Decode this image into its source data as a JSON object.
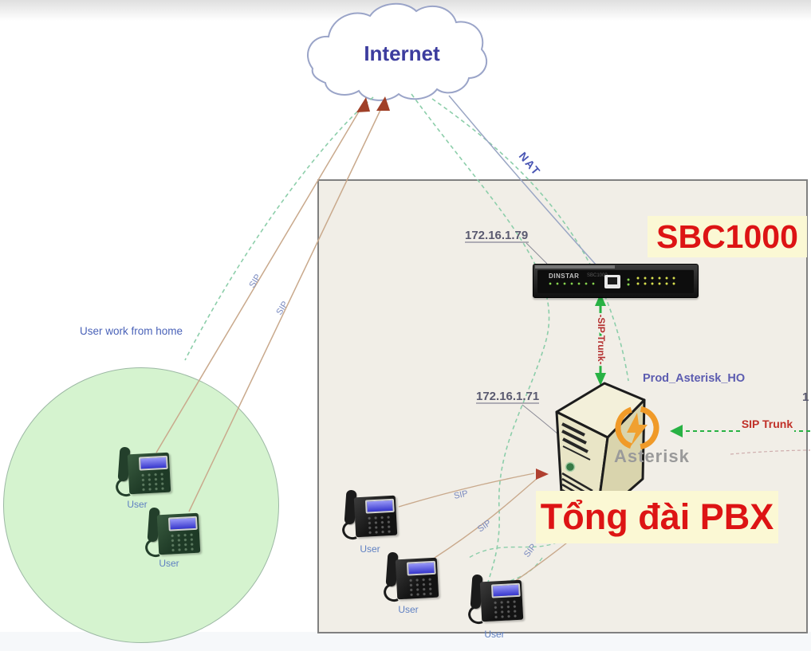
{
  "cloud": {
    "label": "Internet"
  },
  "annotations": {
    "nat": "NAT",
    "sip": "SIP",
    "user_work_from_home": "User work from home",
    "sip_trunk_vertical": "-SIP Trunk-",
    "sip_trunk_right": "SIP Trunk",
    "partial_ip_right": "1"
  },
  "sbc": {
    "ip": "172.16.1.79",
    "brand": "DINSTAR",
    "model": "SBC1000",
    "callout": "SBC1000"
  },
  "pbx": {
    "ip": "172.16.1.71",
    "hostname": "Prod_Asterisk_HO",
    "vendor_logo": "Asterisk",
    "callout": "Tổng đài PBX"
  },
  "phones": {
    "home": [
      {
        "label": "User"
      },
      {
        "label": "User"
      }
    ],
    "office": [
      {
        "label": "User"
      },
      {
        "label": "User"
      },
      {
        "label": "User"
      }
    ]
  },
  "colors": {
    "callout_text": "#dd1414",
    "callout_bg": "#fbf8d4",
    "trunk_green": "#28b244",
    "teal_dash": "#8cceaa",
    "tan_line": "#c9a98c",
    "blue_text": "#4a55ae",
    "home_zone_fill": "#d5f3cf",
    "premises_fill": "#f1eee7"
  }
}
